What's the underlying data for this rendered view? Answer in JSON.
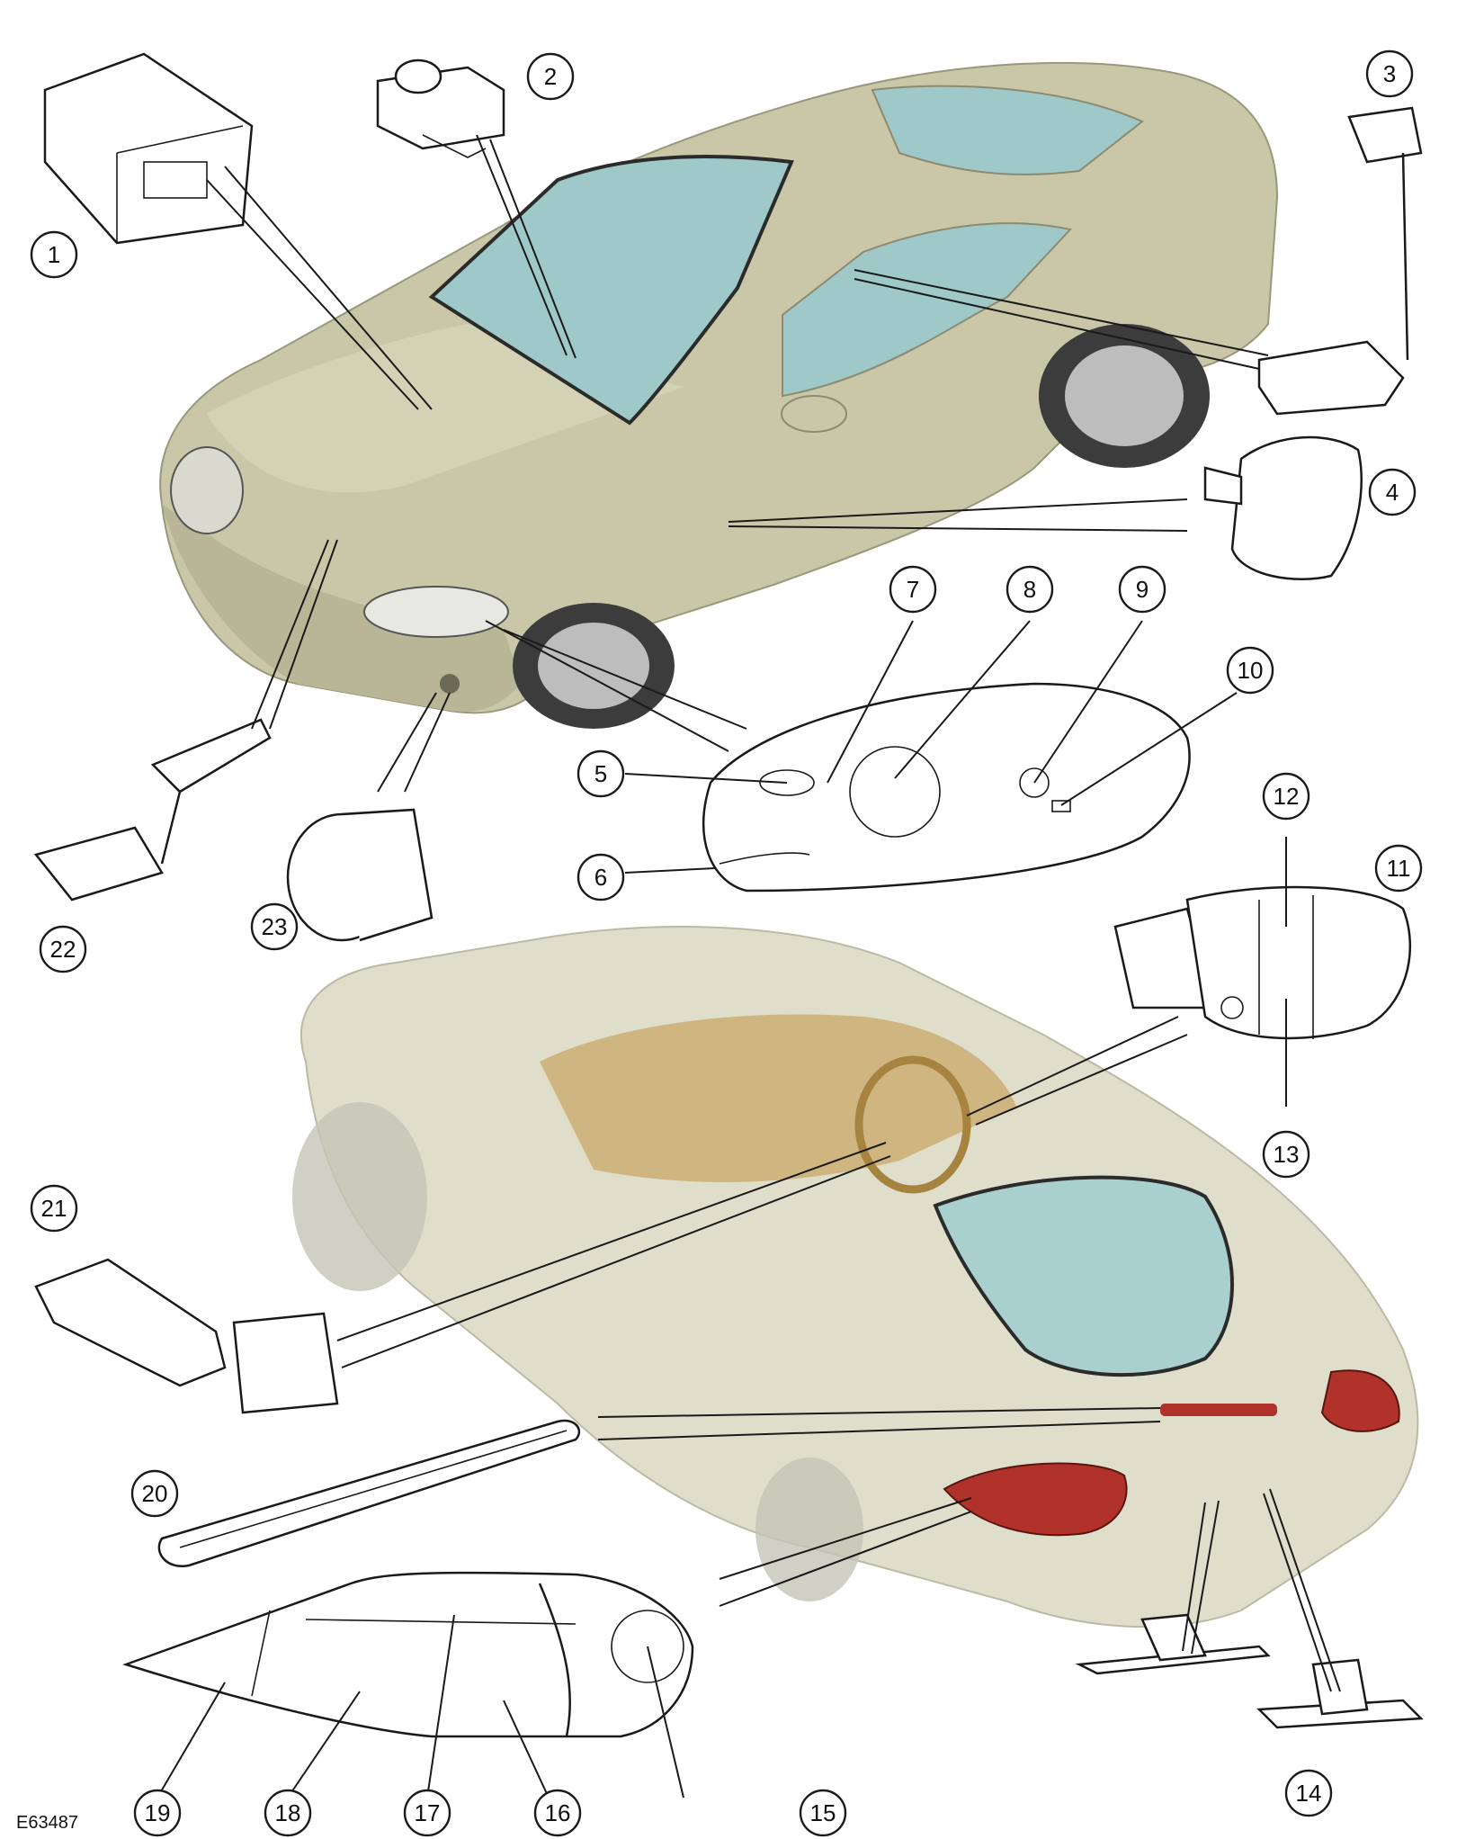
{
  "figure_id": "E63487",
  "callouts": [
    {
      "label": "1"
    },
    {
      "label": "2"
    },
    {
      "label": "3"
    },
    {
      "label": "4"
    },
    {
      "label": "5"
    },
    {
      "label": "6"
    },
    {
      "label": "7"
    },
    {
      "label": "8"
    },
    {
      "label": "9"
    },
    {
      "label": "10"
    },
    {
      "label": "11"
    },
    {
      "label": "12"
    },
    {
      "label": "13"
    },
    {
      "label": "14"
    },
    {
      "label": "15"
    },
    {
      "label": "16"
    },
    {
      "label": "17"
    },
    {
      "label": "18"
    },
    {
      "label": "19"
    },
    {
      "label": "20"
    },
    {
      "label": "21"
    },
    {
      "label": "22"
    },
    {
      "label": "23"
    }
  ],
  "colors": {
    "car_body": "#c9c7a8",
    "car_shadow": "#a9a78a",
    "glass": "#9fc9c9",
    "interior": "#c9a766",
    "tail_lamp": "#b0322a",
    "ink": "#1a1a1a"
  }
}
